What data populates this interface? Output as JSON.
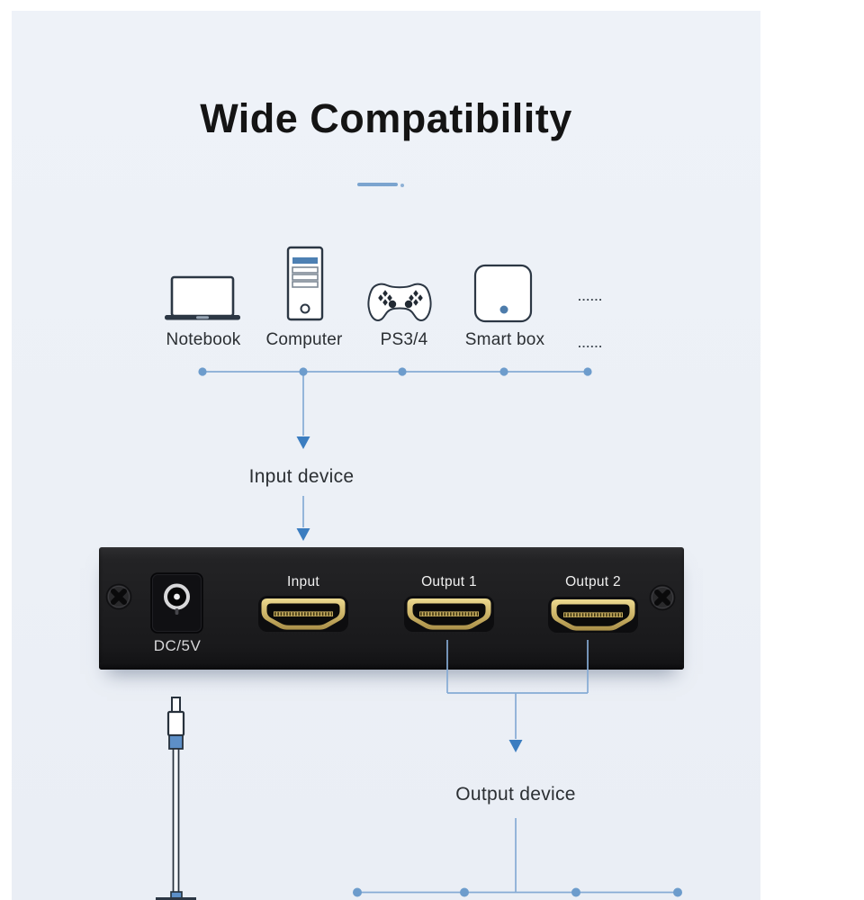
{
  "title": "Wide Compatibility",
  "input_devices": {
    "items": [
      {
        "icon": "laptop-icon",
        "label": "Notebook"
      },
      {
        "icon": "tower-pc-icon",
        "label": "Computer"
      },
      {
        "icon": "game-controller-icon",
        "label": "PS3/4"
      },
      {
        "icon": "smart-box-icon",
        "label": "Smart box"
      }
    ],
    "ellipsis_top": "......",
    "ellipsis_bottom": "......"
  },
  "flow": {
    "input_label": "Input device",
    "output_label": "Output device"
  },
  "splitter": {
    "power_port_label": "DC/5V",
    "ports": [
      {
        "label": "Input"
      },
      {
        "label": "Output 1"
      },
      {
        "label": "Output 2"
      }
    ]
  },
  "colors": {
    "canvas_background": "#edf1f7",
    "line_blue": "#86abd5",
    "dot_blue": "#6d9ccc",
    "arrow_blue": "#3b7dc0",
    "accent_blue": "#5d8fc7",
    "panel_black": "#1d1d1f",
    "hdmi_gold": "#d2bc74",
    "title_text": "#141414",
    "label_text": "#2b2f33"
  }
}
